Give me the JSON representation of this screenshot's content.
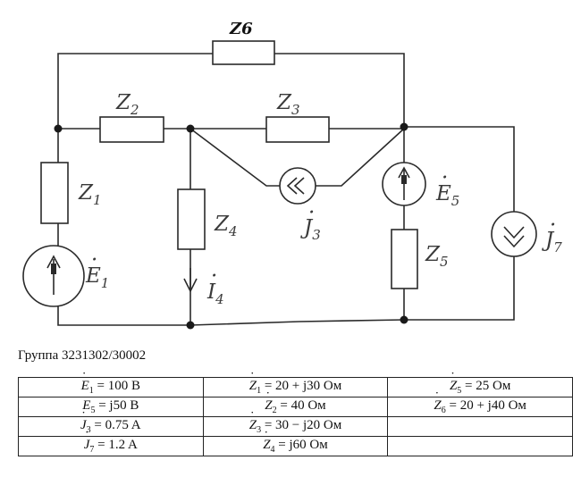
{
  "circuit": {
    "labels": {
      "z6": "Z6",
      "z1": "Z",
      "z1_sub": "1",
      "z2": "Z",
      "z2_sub": "2",
      "z3": "Z",
      "z3_sub": "3",
      "z4": "Z",
      "z4_sub": "4",
      "z5": "Z",
      "z5_sub": "5",
      "e1": "E",
      "e1_sub": "1",
      "e5": "E",
      "e5_sub": "5",
      "j3": "J",
      "j3_sub": "3",
      "j7": "J",
      "j7_sub": "7",
      "i4": "I",
      "i4_sub": "4"
    }
  },
  "group": "Группа 3231302/30002",
  "table": {
    "rows": [
      [
        {
          "sym": "E",
          "dot": true,
          "sub": "1",
          "rest": " = 100 B"
        },
        {
          "sym": "Z",
          "dot": true,
          "sub": "1",
          "rest": " = 20 + j30 Ом"
        },
        {
          "sym": "Z",
          "dot": true,
          "sub": "5",
          "rest": " = 25 Ом"
        }
      ],
      [
        {
          "sym": "E",
          "dot": false,
          "sub": "5",
          "rest": " = j50 B"
        },
        {
          "sym": "Z",
          "dot": true,
          "sub": "2",
          "rest": " = 40 Ом"
        },
        {
          "sym": "Z",
          "dot": true,
          "sub": "6",
          "rest": " = 20 + j40 Ом"
        }
      ],
      [
        {
          "sym": "J",
          "dot": true,
          "sub": "3",
          "rest": " = 0.75 A"
        },
        {
          "sym": "Z",
          "dot": true,
          "sub": "3",
          "rest": " = 30 − j20 Ом"
        },
        {
          "sym": "",
          "dot": false,
          "sub": "",
          "rest": ""
        }
      ],
      [
        {
          "sym": "J",
          "dot": true,
          "sub": "7",
          "rest": " = 1.2 A"
        },
        {
          "sym": "Z",
          "dot": true,
          "sub": "4",
          "rest": " = j60 Ом"
        },
        {
          "sym": "",
          "dot": false,
          "sub": "",
          "rest": ""
        }
      ]
    ]
  }
}
